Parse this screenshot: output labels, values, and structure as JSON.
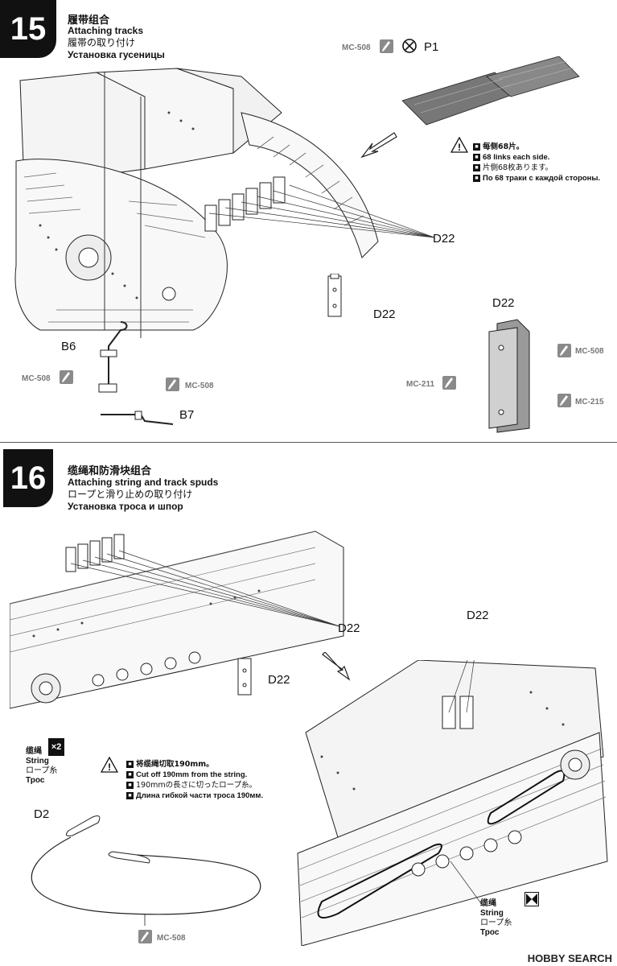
{
  "step15": {
    "number": "15",
    "title_cn": "履带组合",
    "title_en": "Attaching tracks",
    "title_jp": "履帯の取り付け",
    "title_ru": "Установка гусеницы",
    "parts": {
      "p1": "P1",
      "d22_a": "D22",
      "d22_b": "D22",
      "d22_c": "D22",
      "b6": "B6",
      "b7": "B7"
    },
    "colors": {
      "mc508_a": "MC-508",
      "mc508_b": "MC-508",
      "mc508_c": "MC-508",
      "mc508_d": "MC-508",
      "mc211": "MC-211",
      "mc215": "MC-215"
    },
    "note": {
      "cn": "每侧68片。",
      "en": "68 links each side.",
      "jp": "片側68枚あります。",
      "ru": "По 68 траки с каждой стороны."
    }
  },
  "step16": {
    "number": "16",
    "title_cn": "缆绳和防滑块组合",
    "title_en": "Attaching string and track spuds",
    "title_jp": "ロープと滑り止めの取り付け",
    "title_ru": "Установка троса и шпор",
    "parts": {
      "d22_a": "D22",
      "d22_b": "D22",
      "d22_c": "D22",
      "d2": "D2"
    },
    "string_box": {
      "cn": "缆绳",
      "en": "String",
      "jp": "ロープ糸",
      "ru": "Трос",
      "qty": "×2"
    },
    "string_label": {
      "cn": "缆绳",
      "en": "String",
      "jp": "ロープ糸",
      "ru": "Трос"
    },
    "note": {
      "cn": "将缆绳切取190mm。",
      "en": "Cut off 190mm from the string.",
      "jp": "190mmの長さに切ったロープ糸。",
      "ru": "Длина гибкой части троса 190мм."
    },
    "colors": {
      "mc508": "MC-508"
    }
  },
  "footer": {
    "watermark": "HOBBY SEARCH"
  },
  "icons": [
    "glue-brush-icon",
    "warning-icon",
    "flag-icon",
    "cut-icon",
    "no-glue-icon",
    "direction-arrow-icon"
  ]
}
